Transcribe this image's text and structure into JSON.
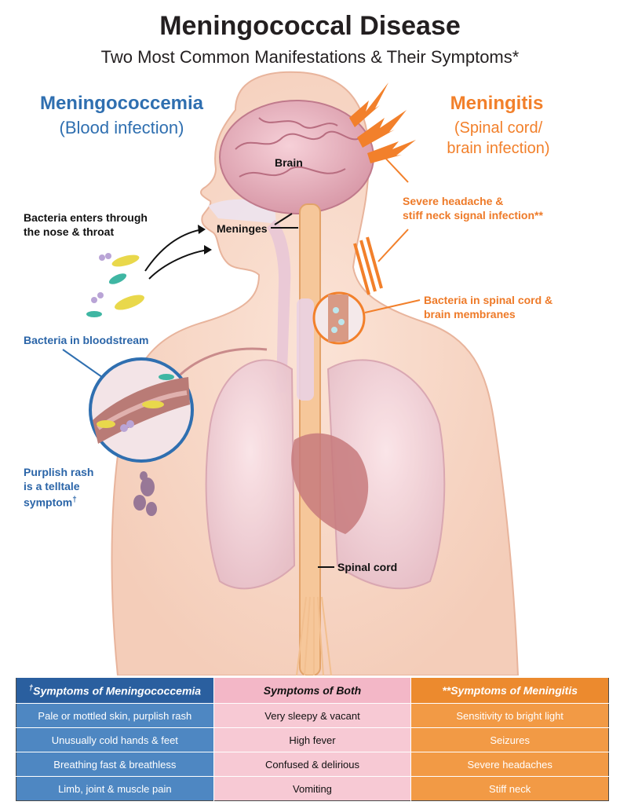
{
  "header": {
    "title": "Meningococcal Disease",
    "subtitle": "Two Most Common Manifestations & Their Symptoms*"
  },
  "left_heading": {
    "name": "Meningococcemia",
    "subname": "(Blood infection)"
  },
  "right_heading": {
    "name": "Meningitis",
    "subname_line1": "(Spinal cord/",
    "subname_line2": "brain infection)"
  },
  "labels": {
    "brain": "Brain",
    "meninges": "Meninges",
    "spinal_cord": "Spinal cord",
    "bacteria_enters_line1": "Bacteria enters through",
    "bacteria_enters_line2": "the nose & throat",
    "bacteria_bloodstream": "Bacteria in bloodstream",
    "purplish_rash_line1": "Purplish rash",
    "purplish_rash_line2": "is a telltale",
    "purplish_rash_line3": "symptom",
    "dagger": "†",
    "headache_line1": "Severe headache &",
    "headache_line2": "stiff neck signal infection**",
    "spinal_bacteria_line1": "Bacteria in spinal cord &",
    "spinal_bacteria_line2": "brain membranes"
  },
  "table": {
    "headers": [
      "Symptoms of Meningococcemia",
      "Symptoms of Both",
      "**Symptoms of Meningitis"
    ],
    "header_dagger": "†",
    "rows": [
      [
        "Pale or mottled skin, purplish rash",
        "Very sleepy & vacant",
        "Sensitivity to bright light"
      ],
      [
        "Unusually cold hands & feet",
        "High fever",
        "Seizures"
      ],
      [
        "Breathing fast & breathless",
        "Confused & delirious",
        "Severe headaches"
      ],
      [
        "Limb, joint & muscle pain",
        "Vomiting",
        "Stiff neck"
      ]
    ]
  },
  "colors": {
    "meningococcemia": "#2f6fb0",
    "meningitis": "#f2802b",
    "both": "#f7c9d4"
  }
}
